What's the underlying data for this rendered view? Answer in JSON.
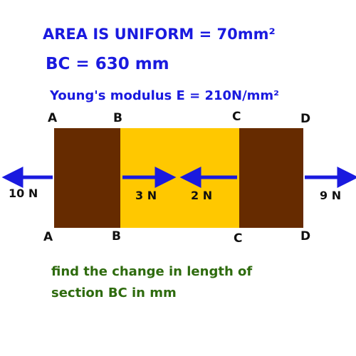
{
  "header": {
    "area_text": "AREA IS UNIFORM = 70mm²",
    "bc_text": "BC = 630 mm",
    "modulus_text": "Young's modulus E = 210N/mm²"
  },
  "points": {
    "top": [
      "A",
      "B",
      "C",
      "D"
    ],
    "bottom": [
      "A",
      "B",
      "C",
      "D"
    ]
  },
  "forces": {
    "left_end": "10 N",
    "at_b": "3 N",
    "at_c": "2 N",
    "right_end": "9 N"
  },
  "question": {
    "line1": "find the change in length of",
    "line2": "section BC in mm"
  },
  "colors": {
    "outer_sections": "#662b00",
    "middle_section": "#ffc800",
    "arrows": "#1a1adf",
    "title_text": "#1a1adf",
    "question_text": "#2e6b0e"
  },
  "icons": {
    "arrow_left": "arrow-left-icon",
    "arrow_right": "arrow-right-icon"
  }
}
